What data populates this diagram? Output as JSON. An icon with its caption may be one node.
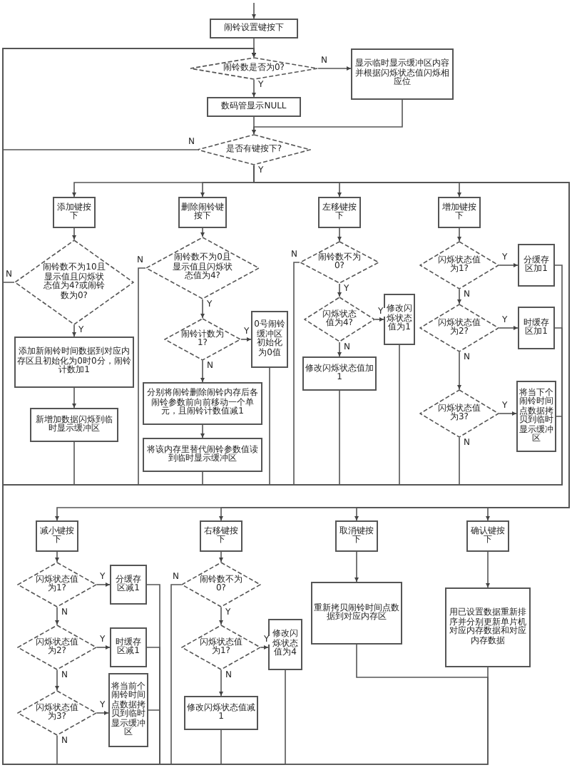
{
  "diagram": {
    "nodes": [
      {
        "text": [
          "闹铃设置键按下"
        ]
      },
      {
        "text": [
          "闹铃数是否为0?"
        ]
      },
      {
        "text": [
          "显示临时显示缓冲区内容并根据闪烁状态值闪烁相应位"
        ]
      },
      {
        "text": [
          "数码管显示NULL"
        ]
      },
      {
        "text": [
          "是否有键按下?"
        ]
      },
      {
        "text": [
          "添加键按下"
        ]
      },
      {
        "text": [
          "删除闹铃键按下"
        ]
      },
      {
        "text": [
          "左移键按下"
        ]
      },
      {
        "text": [
          "增加键按下"
        ]
      },
      {
        "text": [
          "闹铃数不为10且显示值且闪烁状态值为4?或闹铃数为0?"
        ]
      },
      {
        "text": [
          "添加新闹铃时间数据到对应内存区且初始化为0时0分，闹铃计数加1"
        ]
      },
      {
        "text": [
          "新增加数据闪烁到临时显示缓冲区"
        ]
      },
      {
        "text": [
          "闹铃数不为0且显示值且闪烁状态值为4?"
        ]
      },
      {
        "text": [
          "闹铃计数为1?"
        ]
      },
      {
        "text": [
          "0号闹铃缓冲区初始化为0值"
        ]
      },
      {
        "text": [
          "分别将闹铃删除闹铃内存后各闹铃参数前向前移动一个单元，且闹铃计数值减1"
        ]
      },
      {
        "text": [
          "将该内存里替代闹铃参数值读到临时显示缓冲区"
        ]
      },
      {
        "text": [
          "闹铃数不为0?"
        ]
      },
      {
        "text": [
          "闪烁状态值为4?"
        ]
      },
      {
        "text": [
          "修改闪烁状态值为1"
        ]
      },
      {
        "text": [
          "修改闪烁状态值加1"
        ]
      },
      {
        "text": [
          "闪烁状态值为1?"
        ]
      },
      {
        "text": [
          "分缓存区加1"
        ]
      },
      {
        "text": [
          "闪烁状态值为2?"
        ]
      },
      {
        "text": [
          "时缓存区加1"
        ]
      },
      {
        "text": [
          "闪烁状态值为3?"
        ]
      },
      {
        "text": [
          "将当下个闹铃时间点数据拷贝到临时显示缓冲区"
        ]
      },
      {
        "text": [
          "减小键按下"
        ]
      },
      {
        "text": [
          "右移键按下"
        ]
      },
      {
        "text": [
          "取消键按下"
        ]
      },
      {
        "text": [
          "确认键按下"
        ]
      },
      {
        "text": [
          "闪烁状态值为1?"
        ]
      },
      {
        "text": [
          "分缓存区减1"
        ]
      },
      {
        "text": [
          "闪烁状态值为2?"
        ]
      },
      {
        "text": [
          "时缓存区减1"
        ]
      },
      {
        "text": [
          "闪烁状态值为3?"
        ]
      },
      {
        "text": [
          "将当前个闹铃时间点数据拷贝到临时显示缓冲区"
        ]
      },
      {
        "text": [
          "闹铃数不为0?"
        ]
      },
      {
        "text": [
          "闪烁状态值为1?"
        ]
      },
      {
        "text": [
          "修改闪烁状态值为4"
        ]
      },
      {
        "text": [
          "修改闪烁状态值减1"
        ]
      },
      {
        "text": [
          "重新拷贝闹铃时间点数据到对应内存区"
        ]
      },
      {
        "text": [
          "用已设置数据重新排序并分别更新单片机对应内存数据和对应内存数据"
        ]
      }
    ],
    "edges": [
      {
        "from": null,
        "to": 0,
        "arrow": "to"
      },
      {
        "from": 0,
        "to": 1,
        "arrow": "to"
      },
      {
        "from": 1,
        "to": 2,
        "arrow": "to",
        "label": "N"
      },
      {
        "from": 1,
        "to": 3,
        "arrow": "to",
        "label": "Y"
      },
      {
        "from": 2,
        "to": 4,
        "arrow": "to"
      },
      {
        "from": 3,
        "to": 4,
        "arrow": "to"
      },
      {
        "from": 4,
        "to": 1,
        "arrow": "to",
        "label": "N"
      },
      {
        "from": 4,
        "to": 5,
        "arrow": "to",
        "label": "Y"
      },
      {
        "from": 4,
        "to": 6,
        "arrow": "to"
      },
      {
        "from": 4,
        "to": 7,
        "arrow": "to"
      },
      {
        "from": 4,
        "to": 8,
        "arrow": "to"
      },
      {
        "from": 4,
        "to": 27,
        "arrow": "to"
      },
      {
        "from": 4,
        "to": 28,
        "arrow": "to"
      },
      {
        "from": 4,
        "to": 29,
        "arrow": "to"
      },
      {
        "from": 4,
        "to": 30,
        "arrow": "to"
      },
      {
        "from": 5,
        "to": 9,
        "arrow": "to"
      },
      {
        "from": 9,
        "to": 10,
        "arrow": "to",
        "label": "Y"
      },
      {
        "from": 9,
        "to": 1,
        "arrow": "to",
        "label": "N"
      },
      {
        "from": 10,
        "to": 11,
        "arrow": "to"
      },
      {
        "from": 11,
        "to": 1,
        "arrow": "to"
      },
      {
        "from": 6,
        "to": 12,
        "arrow": "to"
      },
      {
        "from": 12,
        "to": 13,
        "arrow": "to",
        "label": "Y"
      },
      {
        "from": 12,
        "to": 1,
        "arrow": "to",
        "label": "N"
      },
      {
        "from": 13,
        "to": 14,
        "arrow": "to",
        "label": "Y"
      },
      {
        "from": 13,
        "to": 15,
        "arrow": "to",
        "label": "N"
      },
      {
        "from": 15,
        "to": 16,
        "arrow": "to"
      },
      {
        "from": 16,
        "to": 1,
        "arrow": "to"
      },
      {
        "from": 14,
        "to": 1,
        "arrow": "to"
      },
      {
        "from": 7,
        "to": 17,
        "arrow": "to"
      },
      {
        "from": 17,
        "to": 18,
        "arrow": "to",
        "label": "Y"
      },
      {
        "from": 17,
        "to": 1,
        "arrow": "to",
        "label": "N"
      },
      {
        "from": 18,
        "to": 19,
        "arrow": "to",
        "label": "Y"
      },
      {
        "from": 18,
        "to": 20,
        "arrow": "to",
        "label": "N"
      },
      {
        "from": 19,
        "to": 1,
        "arrow": "to"
      },
      {
        "from": 20,
        "to": 1,
        "arrow": "to"
      },
      {
        "from": 8,
        "to": 21,
        "arrow": "to"
      },
      {
        "from": 21,
        "to": 22,
        "arrow": "to",
        "label": "Y"
      },
      {
        "from": 21,
        "to": 23,
        "arrow": "to",
        "label": "N"
      },
      {
        "from": 23,
        "to": 24,
        "arrow": "to",
        "label": "Y"
      },
      {
        "from": 23,
        "to": 25,
        "arrow": "to",
        "label": "N"
      },
      {
        "from": 25,
        "to": 26,
        "arrow": "to",
        "label": "Y"
      },
      {
        "from": 25,
        "to": 1,
        "arrow": "to",
        "label": "N"
      },
      {
        "from": 22,
        "to": 1,
        "arrow": "to"
      },
      {
        "from": 24,
        "to": 1,
        "arrow": "to"
      },
      {
        "from": 26,
        "to": 1,
        "arrow": "to"
      },
      {
        "from": 27,
        "to": 31,
        "arrow": "to"
      },
      {
        "from": 31,
        "to": 32,
        "arrow": "to",
        "label": "Y"
      },
      {
        "from": 31,
        "to": 33,
        "arrow": "to",
        "label": "N"
      },
      {
        "from": 33,
        "to": 34,
        "arrow": "to",
        "label": "Y"
      },
      {
        "from": 33,
        "to": 35,
        "arrow": "to",
        "label": "N"
      },
      {
        "from": 35,
        "to": 36,
        "arrow": "to",
        "label": "Y"
      },
      {
        "from": 35,
        "to": 1,
        "arrow": "to",
        "label": "N"
      },
      {
        "from": 32,
        "to": 1,
        "arrow": "to"
      },
      {
        "from": 34,
        "to": 1,
        "arrow": "to"
      },
      {
        "from": 36,
        "to": 1,
        "arrow": "to"
      },
      {
        "from": 28,
        "to": 37,
        "arrow": "to"
      },
      {
        "from": 37,
        "to": 38,
        "arrow": "to",
        "label": "Y"
      },
      {
        "from": 37,
        "to": 1,
        "arrow": "to",
        "label": "N"
      },
      {
        "from": 38,
        "to": 39,
        "arrow": "to",
        "label": "Y"
      },
      {
        "from": 38,
        "to": 40,
        "arrow": "to",
        "label": "N"
      },
      {
        "from": 39,
        "to": 1,
        "arrow": "to"
      },
      {
        "from": 40,
        "to": 1,
        "arrow": "to"
      },
      {
        "from": 29,
        "to": 41,
        "arrow": "to"
      },
      {
        "from": 41,
        "to": 1,
        "arrow": "to"
      },
      {
        "from": 30,
        "to": 42,
        "arrow": "to"
      },
      {
        "from": 42,
        "to": 1,
        "arrow": "to"
      }
    ]
  }
}
